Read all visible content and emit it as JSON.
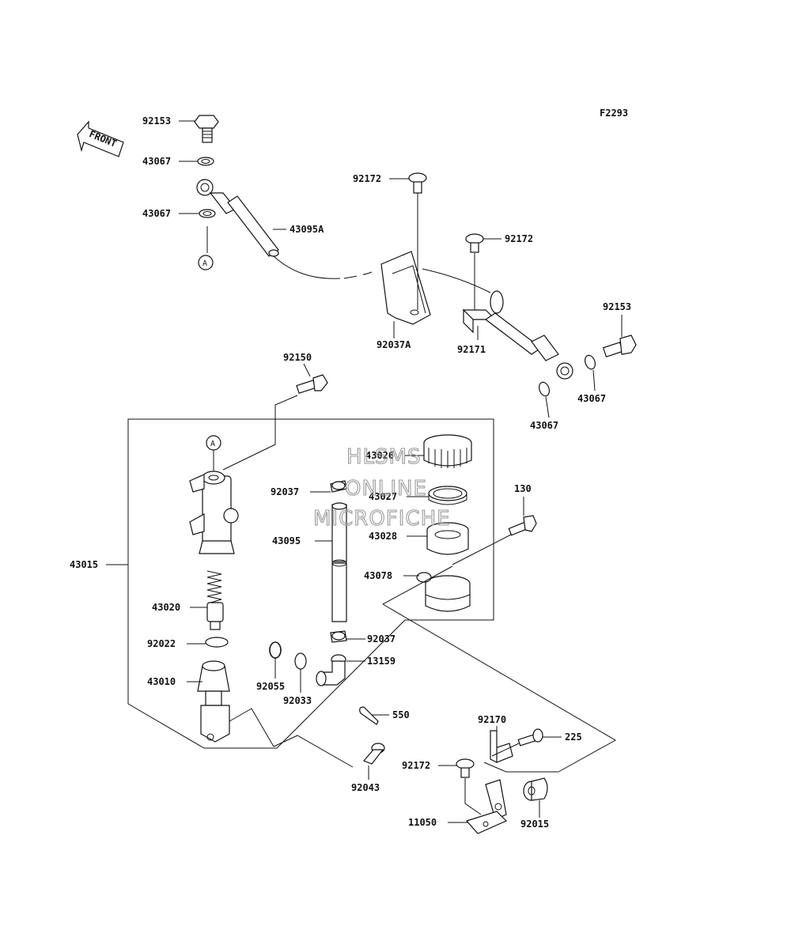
{
  "figure_code": "F2293",
  "front_label": "FRONT",
  "callout_letter": "A",
  "watermark": [
    "HLSMS",
    "ONLINE",
    "MICROFICHE"
  ],
  "parts": {
    "p92153_top": "92153",
    "p43067_a": "43067",
    "p43067_b": "43067",
    "p43095A": "43095A",
    "p92172_a": "92172",
    "p92172_b": "92172",
    "p92153_right": "92153",
    "p92037A": "92037A",
    "p92171": "92171",
    "p43067_c": "43067",
    "p43067_d": "43067",
    "p92150": "92150",
    "p43015": "43015",
    "p43026": "43026",
    "p92037_a": "92037",
    "p43027": "43027",
    "p130": "130",
    "p43095": "43095",
    "p43028": "43028",
    "p43078": "43078",
    "p43020": "43020",
    "p92022": "92022",
    "p92037_b": "92037",
    "p13159": "13159",
    "p92055": "92055",
    "p43010": "43010",
    "p92033": "92033",
    "p550": "550",
    "p92170": "92170",
    "p225": "225",
    "p92172_c": "92172",
    "p92043": "92043",
    "p11050": "11050",
    "p92015": "92015"
  }
}
